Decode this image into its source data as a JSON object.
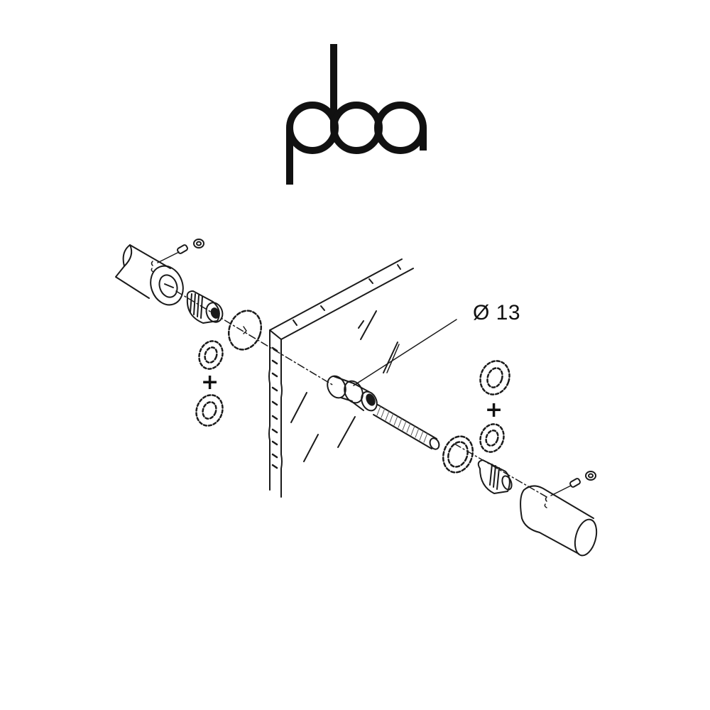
{
  "brand": {
    "logo_text": "pba",
    "color": "#111111"
  },
  "diagram": {
    "title": "Glass door handle mounting assembly (exploded view)",
    "dimension_label": "Ø 13",
    "plus_signs": [
      "+",
      "+"
    ],
    "line_color": "#1a1a1a",
    "background": "#ffffff",
    "components": [
      "left-handle-tube",
      "left-grub-screw",
      "left-screw-cap",
      "left-threaded-insert",
      "left-gasket",
      "left-spacer-washers",
      "glass-panel",
      "glass-sleeve",
      "threaded-rod",
      "right-gasket",
      "right-spacer-washers",
      "right-threaded-insert",
      "right-handle-tube",
      "right-grub-screw",
      "right-screw-cap"
    ]
  }
}
